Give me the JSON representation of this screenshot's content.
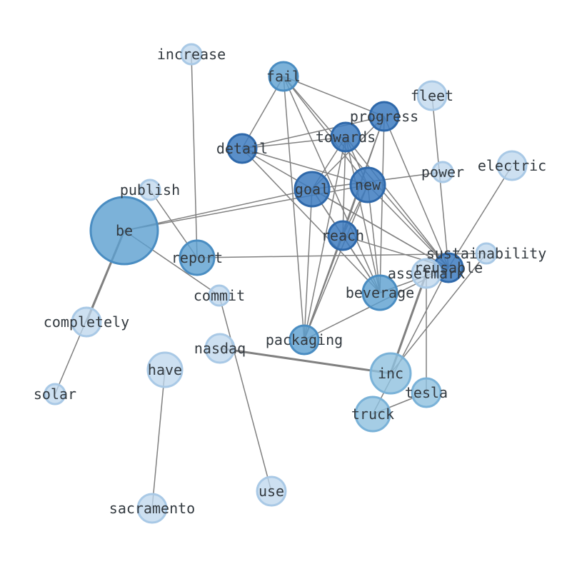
{
  "colors": {
    "edge": "#808080",
    "label": "#333a40",
    "tier_dark_fill": "#3d7bbf",
    "tier_dark_stroke": "#2e68aa",
    "tier_mid_fill": "#5b9fd0",
    "tier_mid_stroke": "#4a8dc2",
    "tier_light_fill": "#8fc0df",
    "tier_light_stroke": "#7ab2d8",
    "tier_pale_fill": "#bcd6ec",
    "tier_pale_stroke": "#a9c9e6"
  },
  "nodes": [
    {
      "id": "be",
      "label": "be",
      "tier": "mid"
    },
    {
      "id": "increase",
      "label": "increase",
      "tier": "pale"
    },
    {
      "id": "fail",
      "label": "fail",
      "tier": "mid"
    },
    {
      "id": "fleet",
      "label": "fleet",
      "tier": "pale"
    },
    {
      "id": "progress",
      "label": "progress",
      "tier": "dark"
    },
    {
      "id": "towards",
      "label": "towards",
      "tier": "dark"
    },
    {
      "id": "detail",
      "label": "detail",
      "tier": "dark"
    },
    {
      "id": "power",
      "label": "power",
      "tier": "pale"
    },
    {
      "id": "electric",
      "label": "electric",
      "tier": "pale"
    },
    {
      "id": "new",
      "label": "new",
      "tier": "dark"
    },
    {
      "id": "goal",
      "label": "goal",
      "tier": "dark"
    },
    {
      "id": "publish",
      "label": "publish",
      "tier": "pale"
    },
    {
      "id": "reach",
      "label": "reach",
      "tier": "dark"
    },
    {
      "id": "sustainability",
      "label": "sustainability",
      "tier": "pale"
    },
    {
      "id": "reusable",
      "label": "reusable",
      "tier": "dark"
    },
    {
      "id": "assetmark",
      "label": "assetmark",
      "tier": "pale"
    },
    {
      "id": "report",
      "label": "report",
      "tier": "mid"
    },
    {
      "id": "beverage",
      "label": "beverage",
      "tier": "mid"
    },
    {
      "id": "commit",
      "label": "commit",
      "tier": "pale"
    },
    {
      "id": "completely",
      "label": "completely",
      "tier": "pale"
    },
    {
      "id": "packaging",
      "label": "packaging",
      "tier": "mid"
    },
    {
      "id": "nasdaq",
      "label": "nasdaq",
      "tier": "pale"
    },
    {
      "id": "have",
      "label": "have",
      "tier": "pale"
    },
    {
      "id": "inc",
      "label": "inc",
      "tier": "light"
    },
    {
      "id": "tesla",
      "label": "tesla",
      "tier": "light"
    },
    {
      "id": "solar",
      "label": "solar",
      "tier": "pale"
    },
    {
      "id": "truck",
      "label": "truck",
      "tier": "light"
    },
    {
      "id": "use",
      "label": "use",
      "tier": "pale"
    },
    {
      "id": "sacramento",
      "label": "sacramento",
      "tier": "pale"
    }
  ],
  "edges": [
    [
      "be",
      "completely",
      3
    ],
    [
      "be",
      "solar",
      1.5
    ],
    [
      "be",
      "commit",
      1.5
    ],
    [
      "be",
      "goal",
      1.5
    ],
    [
      "be",
      "new",
      1.5
    ],
    [
      "increase",
      "report",
      1.5
    ],
    [
      "publish",
      "report",
      1.5
    ],
    [
      "report",
      "sustainability",
      1.5
    ],
    [
      "commit",
      "use",
      1.5
    ],
    [
      "nasdaq",
      "inc",
      3
    ],
    [
      "have",
      "sacramento",
      1.5
    ],
    [
      "inc",
      "assetmark",
      3
    ],
    [
      "inc",
      "sustainability",
      1.5
    ],
    [
      "truck",
      "reusable",
      1.5
    ],
    [
      "truck",
      "tesla",
      1.5
    ],
    [
      "tesla",
      "assetmark",
      1.5
    ],
    [
      "fleet",
      "reusable",
      1.5
    ],
    [
      "electric",
      "reusable",
      1.5
    ],
    [
      "power",
      "goal",
      1.5
    ],
    [
      "fail",
      "detail",
      1.5
    ],
    [
      "fail",
      "progress",
      1.5
    ],
    [
      "fail",
      "reusable",
      1.5
    ],
    [
      "fail",
      "beverage",
      1.5
    ],
    [
      "fail",
      "packaging",
      1.5
    ],
    [
      "fail",
      "new",
      1.5
    ],
    [
      "progress",
      "detail",
      1.5
    ],
    [
      "progress",
      "goal",
      1.5
    ],
    [
      "progress",
      "reach",
      1.5
    ],
    [
      "progress",
      "packaging",
      1.5
    ],
    [
      "progress",
      "reusable",
      1.5
    ],
    [
      "progress",
      "beverage",
      1.5
    ],
    [
      "towards",
      "detail",
      1.5
    ],
    [
      "towards",
      "goal",
      1.5
    ],
    [
      "towards",
      "reach",
      1.5
    ],
    [
      "towards",
      "beverage",
      1.5
    ],
    [
      "towards",
      "reusable",
      1.5
    ],
    [
      "towards",
      "packaging",
      1.5
    ],
    [
      "towards",
      "new",
      1.5
    ],
    [
      "detail",
      "new",
      1.5
    ],
    [
      "detail",
      "beverage",
      1.5
    ],
    [
      "detail",
      "reusable",
      1.5
    ],
    [
      "new",
      "reach",
      1.5
    ],
    [
      "new",
      "packaging",
      1.5
    ],
    [
      "new",
      "beverage",
      1.5
    ],
    [
      "new",
      "reusable",
      1.5
    ],
    [
      "goal",
      "reach",
      1.5
    ],
    [
      "goal",
      "packaging",
      1.5
    ],
    [
      "goal",
      "beverage",
      1.5
    ],
    [
      "goal",
      "reusable",
      1.5
    ],
    [
      "reach",
      "packaging",
      1.5
    ],
    [
      "reach",
      "beverage",
      1.5
    ],
    [
      "reach",
      "reusable",
      1.5
    ],
    [
      "packaging",
      "reusable",
      1.5
    ],
    [
      "beverage",
      "reusable",
      1.5
    ]
  ]
}
